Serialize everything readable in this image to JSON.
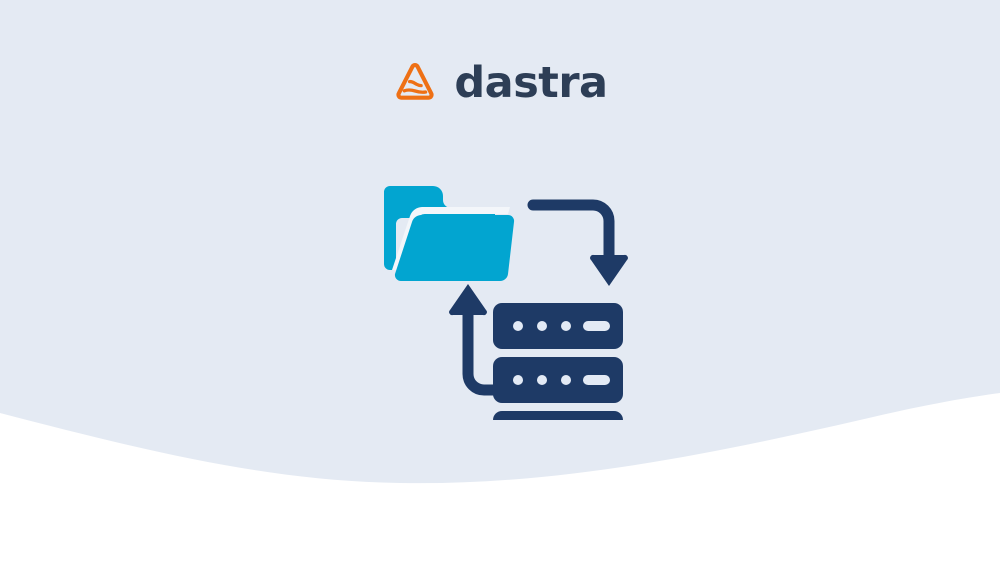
{
  "page": {
    "background_color": "#e4eaf3",
    "wave_color": "#ffffff"
  },
  "brand": {
    "name": "dastra",
    "wordmark_color": "#2d3e56",
    "mark_name": "dastra-triangle-logo",
    "mark_color": "#ee7015"
  },
  "illustration": {
    "name": "folder-to-server-sync-diagram",
    "folder": {
      "label": "folder",
      "color": "#02a5d0",
      "gap_color": "#f3f6fa"
    },
    "servers": {
      "label": "server-stack",
      "color": "#1e3a66",
      "indicator_color": "#e3eaf5",
      "unit_count": 3,
      "dots_per_unit": 3
    },
    "arrows": {
      "color": "#1e3a66",
      "top": {
        "name": "arrow-folder-to-server",
        "direction": "down"
      },
      "bottom": {
        "name": "arrow-server-to-folder",
        "direction": "up"
      }
    }
  }
}
